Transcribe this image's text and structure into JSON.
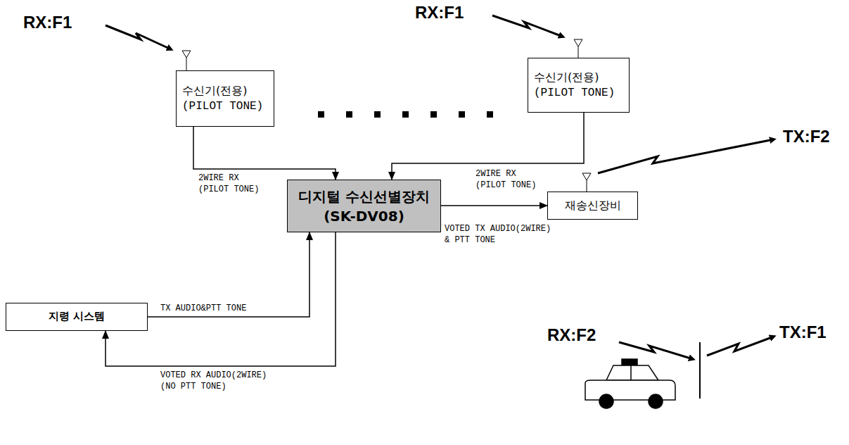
{
  "diagram": {
    "nodes": [
      {
        "text": [
          "수신기(전용)",
          "(PILOT TONE)"
        ]
      },
      {
        "text": [
          "수신기(전용)",
          "(PILOT TONE)"
        ]
      },
      {
        "text": [
          "디지털 수신선별장치",
          "(SK-DV08)"
        ]
      },
      {
        "text": [
          "재송신장비"
        ]
      },
      {
        "text": [
          "지령 시스템"
        ]
      }
    ],
    "edges": [
      {
        "from": 0,
        "to": 2,
        "arrow": "to",
        "label": "2WIRE RX (PILOT TONE)"
      },
      {
        "from": 1,
        "to": 2,
        "arrow": "to",
        "label": "2WIRE RX (PILOT TONE)"
      },
      {
        "from": 2,
        "to": 3,
        "arrow": "to",
        "label": "VOTED TX AUDIO(2WIRE) & PTT TONE"
      },
      {
        "from": 4,
        "to": 2,
        "arrow": "to",
        "label": "TX AUDIO&PTT TONE"
      },
      {
        "from": 2,
        "to": 4,
        "arrow": "to",
        "label": "VOTED RX AUDIO(2WIRE) (NO PTT TONE)"
      }
    ],
    "labels": [
      "RX:F1",
      "RX:F1",
      "TX:F2",
      "RX:F2",
      "TX:F1"
    ]
  }
}
